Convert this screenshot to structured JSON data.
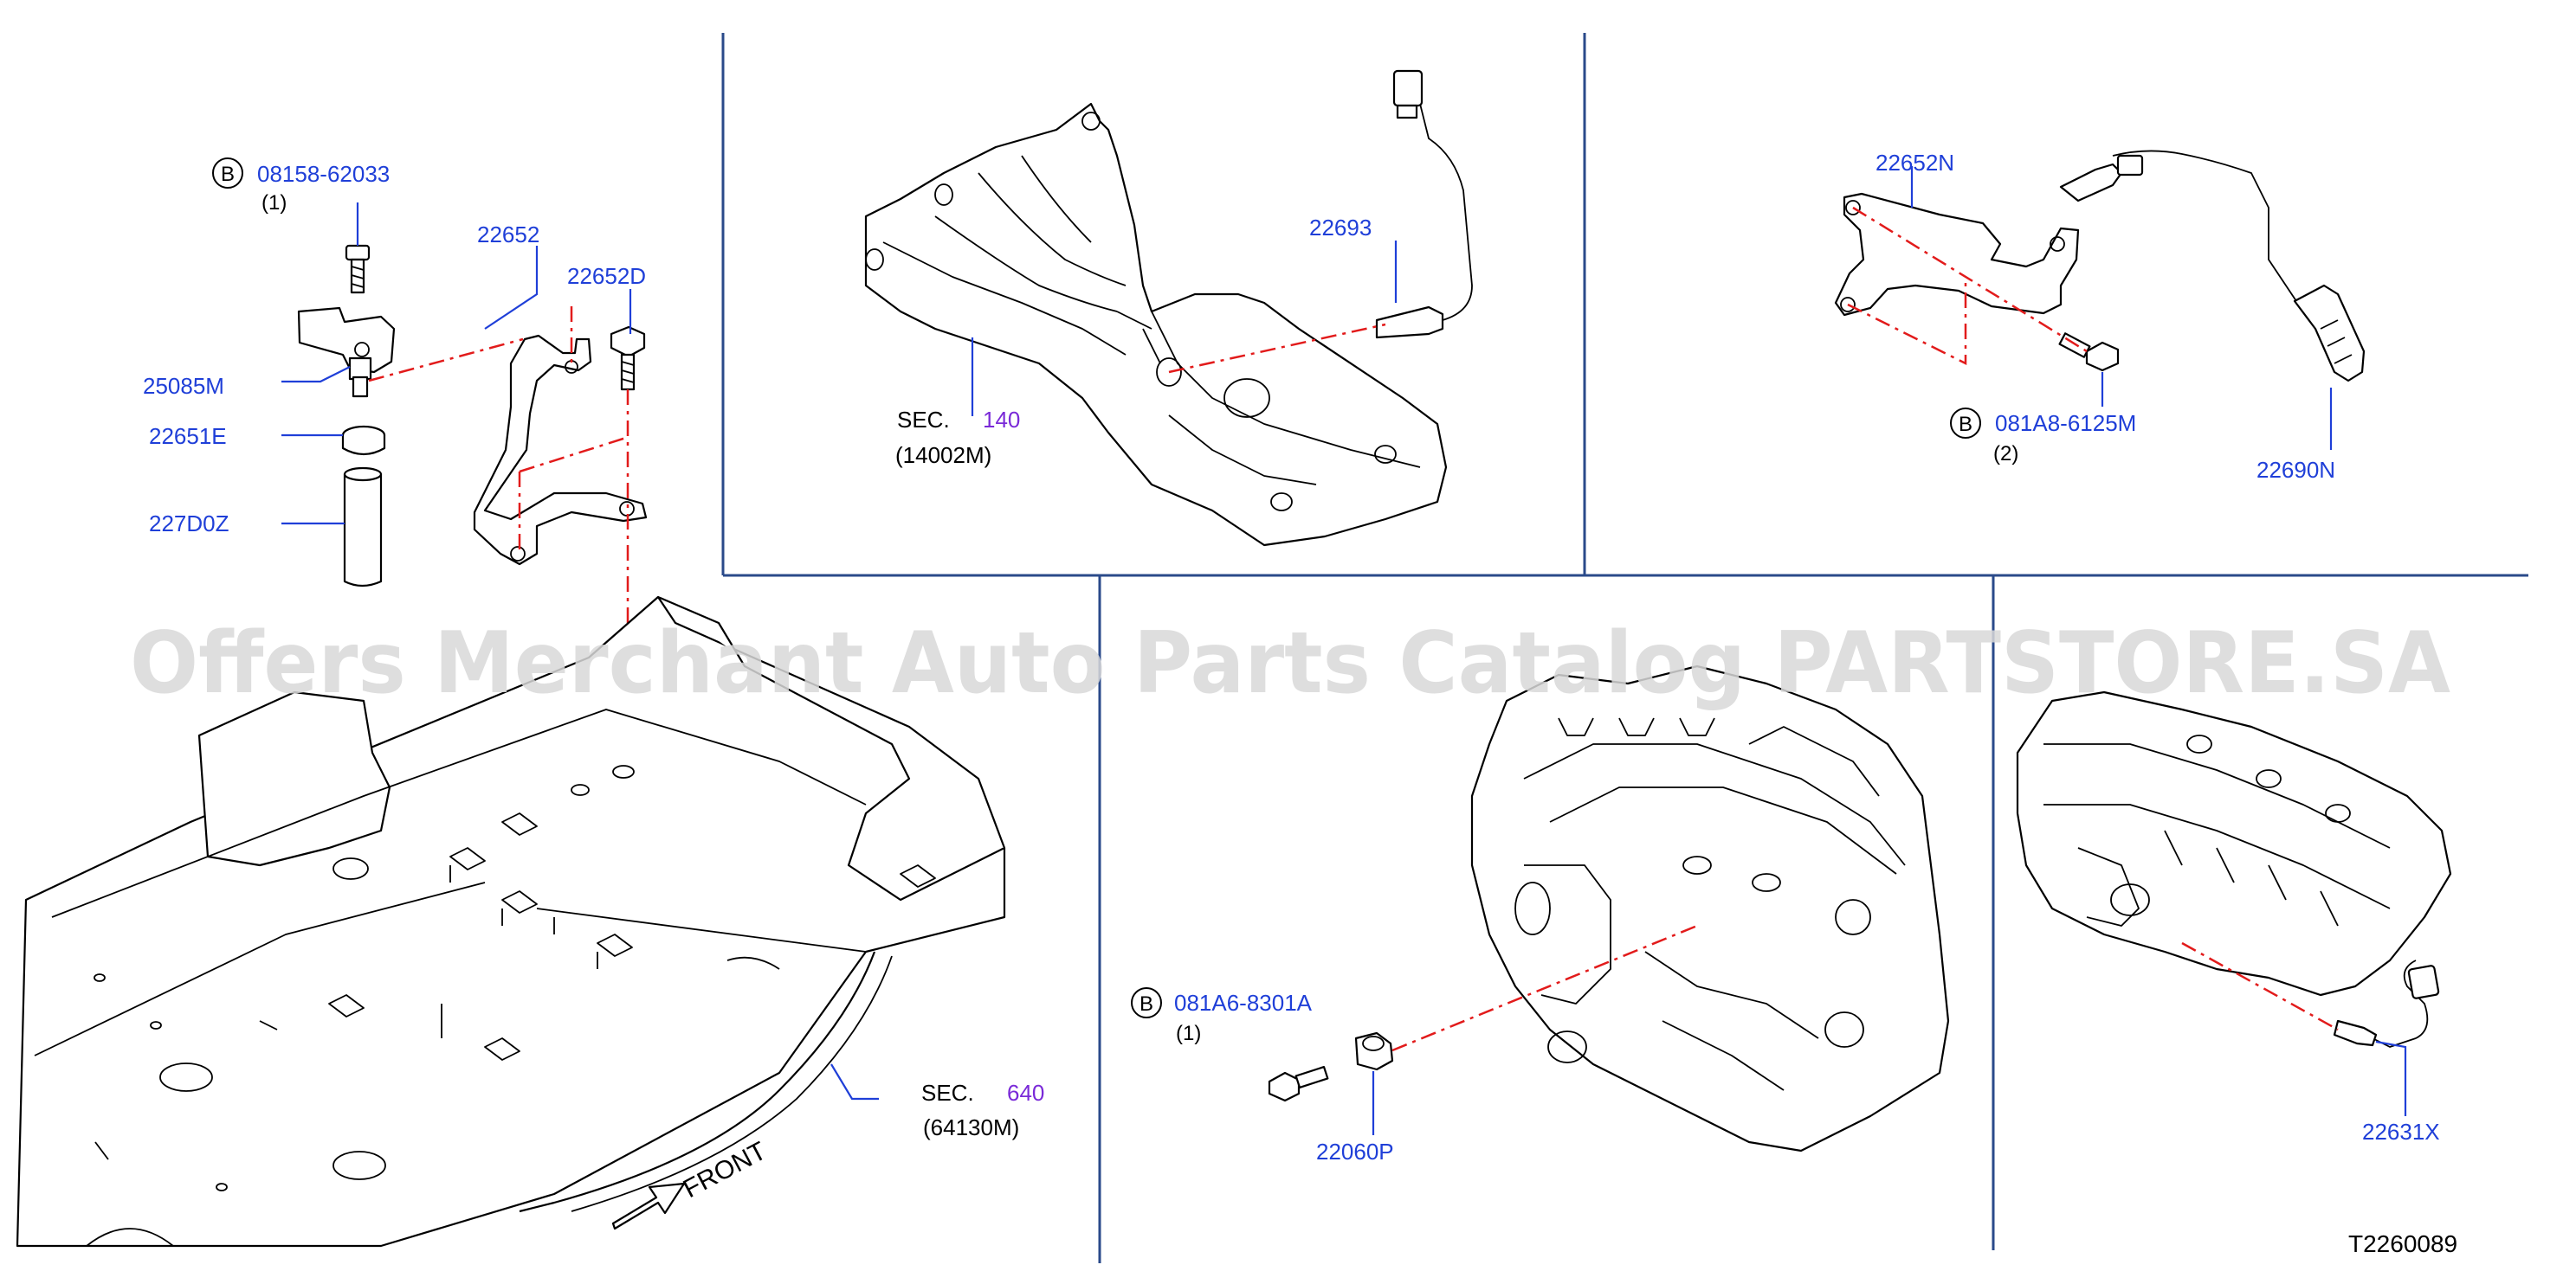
{
  "watermark": "Offers Merchant Auto Parts Catalog PARTSTORE.SA",
  "reference_code": "T2260089",
  "front_label": "FRONT",
  "bolt_marker": "B",
  "parts": {
    "p_08158_62033": "08158-62033",
    "p_08158_62033_qty": "(1)",
    "p_22652": "22652",
    "p_22652D": "22652D",
    "p_25085M": "25085M",
    "p_22651E": "22651E",
    "p_227D0Z": "227D0Z",
    "p_22693": "22693",
    "p_22652N": "22652N",
    "p_081A8_6125M": "081A8-6125M",
    "p_081A8_6125M_qty": "(2)",
    "p_22690N": "22690N",
    "p_081A6_8301A": "081A6-8301A",
    "p_081A6_8301A_qty": "(1)",
    "p_22060P": "22060P",
    "p_22631X": "22631X"
  },
  "sections": {
    "sec_label": "SEC.",
    "sec140_num": "140",
    "sec140_ref": "(14002M)",
    "sec640_num": "640",
    "sec640_ref": "(64130M)"
  },
  "colors": {
    "part_number": "#1f3fd8",
    "section_number": "#7a2ad8",
    "divider": "#2a4a8a",
    "phantom_line": "#e21b1b"
  }
}
